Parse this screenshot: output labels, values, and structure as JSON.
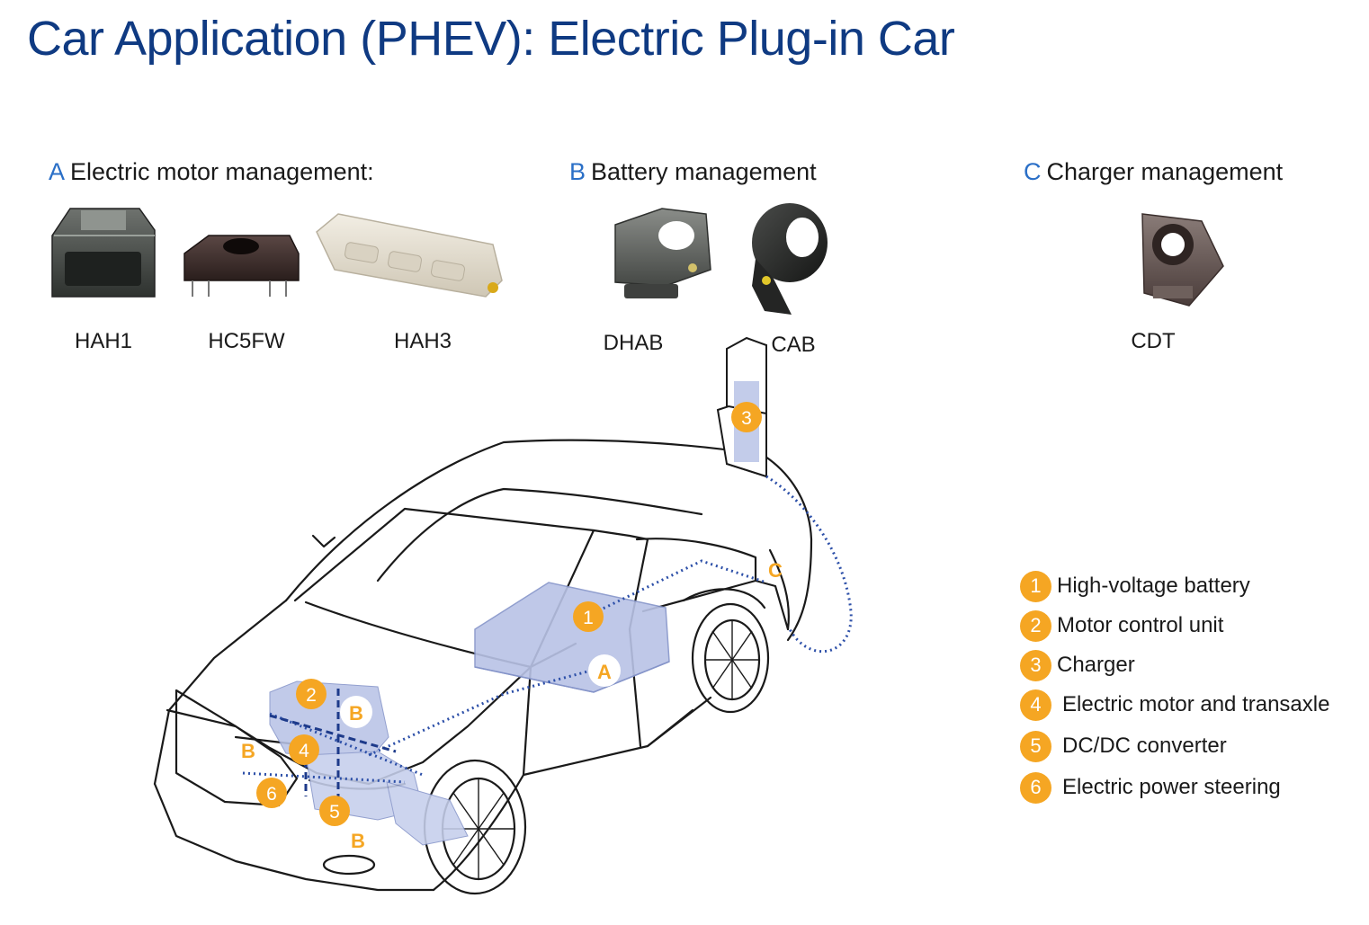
{
  "title": "Car Application (PHEV): Electric Plug-in Car",
  "sections": [
    {
      "letter": "A",
      "label": "Electric motor management:"
    },
    {
      "letter": "B",
      "label": "Battery management"
    },
    {
      "letter": "C",
      "label": "Charger management"
    }
  ],
  "products": [
    "HAH1",
    "HC5FW",
    "HAH3",
    "DHAB",
    "CAB",
    "CDT"
  ],
  "legend": [
    {
      "num": "1",
      "label": "High-voltage battery"
    },
    {
      "num": "2",
      "label": "Motor control unit"
    },
    {
      "num": "3",
      "label": "Charger"
    },
    {
      "num": "4",
      "label": "Electric motor and transaxle"
    },
    {
      "num": "5",
      "label": "DC/DC converter"
    },
    {
      "num": "6",
      "label": "Electric power steering"
    }
  ],
  "car_markers": {
    "numbers": [
      "1",
      "2",
      "3",
      "4",
      "5",
      "6"
    ],
    "letters": [
      "A",
      "B",
      "B",
      "B",
      "C"
    ]
  },
  "colors": {
    "title": "#0f3a82",
    "accent": "#2a6fc7",
    "marker": "#f5a623",
    "component": "#b9c3e6",
    "wire": "#2c4fa8"
  }
}
